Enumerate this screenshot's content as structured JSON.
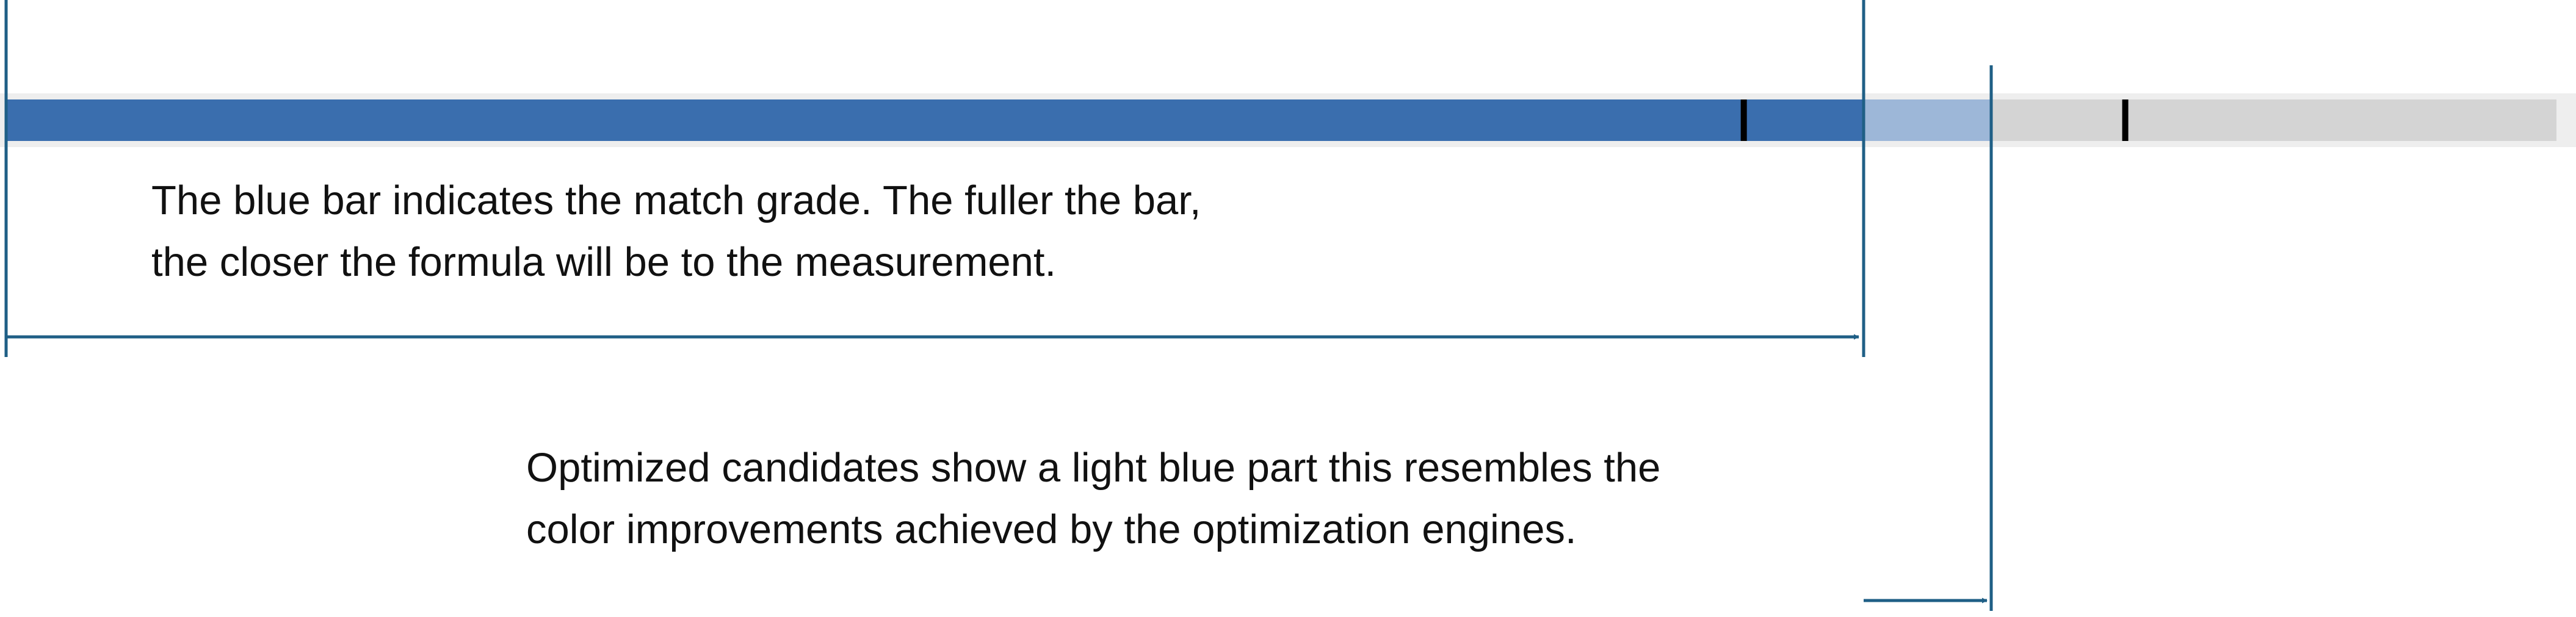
{
  "colors": {
    "match_fill": "#3a6eae",
    "improvement_fill": "#9db7d8",
    "track_fill": "#d4d4d4",
    "track_outer": "#eeeeee",
    "marker": "#000000",
    "annotation_line": "#1f5f86",
    "text": "#111111"
  },
  "bar": {
    "match_fraction": 0.728,
    "improvement_fraction": 0.778,
    "marker_fractions": [
      0.6815,
      0.831
    ]
  },
  "captions": {
    "match_line1": "The blue bar indicates the match grade. The fuller the bar,",
    "match_line2": "the closer the formula will be to the measurement.",
    "optimized_line1": "Optimized candidates show a light blue part this resembles the",
    "optimized_line2": "color improvements achieved by the optimization engines."
  }
}
